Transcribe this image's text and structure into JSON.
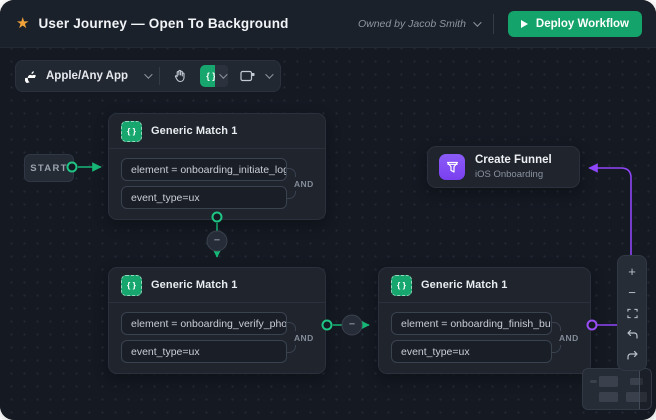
{
  "icons": {
    "star": "★",
    "braces": "{ }",
    "plus": "+",
    "minus": "−"
  },
  "header": {
    "title": "User Journey — Open To Background",
    "owner": "Owned by Jacob Smith",
    "deploy_button": "Deploy Workflow"
  },
  "toolbar": {
    "app_selector_label": "Apple/Any App"
  },
  "canvas": {
    "start_label": "START",
    "operator_badge": "−",
    "nodes": [
      {
        "title": "Generic Match 1",
        "fields": [
          "element = onboarding_initiate_login",
          "event_type=ux"
        ],
        "operator": "AND"
      },
      {
        "title": "Generic Match 1",
        "fields": [
          "element = onboarding_verify_phone",
          "event_type=ux"
        ],
        "operator": "AND"
      },
      {
        "title": "Generic Match 1",
        "fields": [
          "element = onboarding_finish_button",
          "event_type=ux"
        ],
        "operator": "AND"
      },
      {
        "title": "Create Funnel",
        "subtitle": "iOS Onboarding"
      }
    ]
  },
  "colors": {
    "accent_green": "#1fc584",
    "edge_green": "#17b877",
    "accent_purple": "#8f46f7",
    "deploy_green": "#14a36a",
    "star_orange": "#f1a33a",
    "canvas_bg": "#141922",
    "node_bg": "#1f242d"
  }
}
